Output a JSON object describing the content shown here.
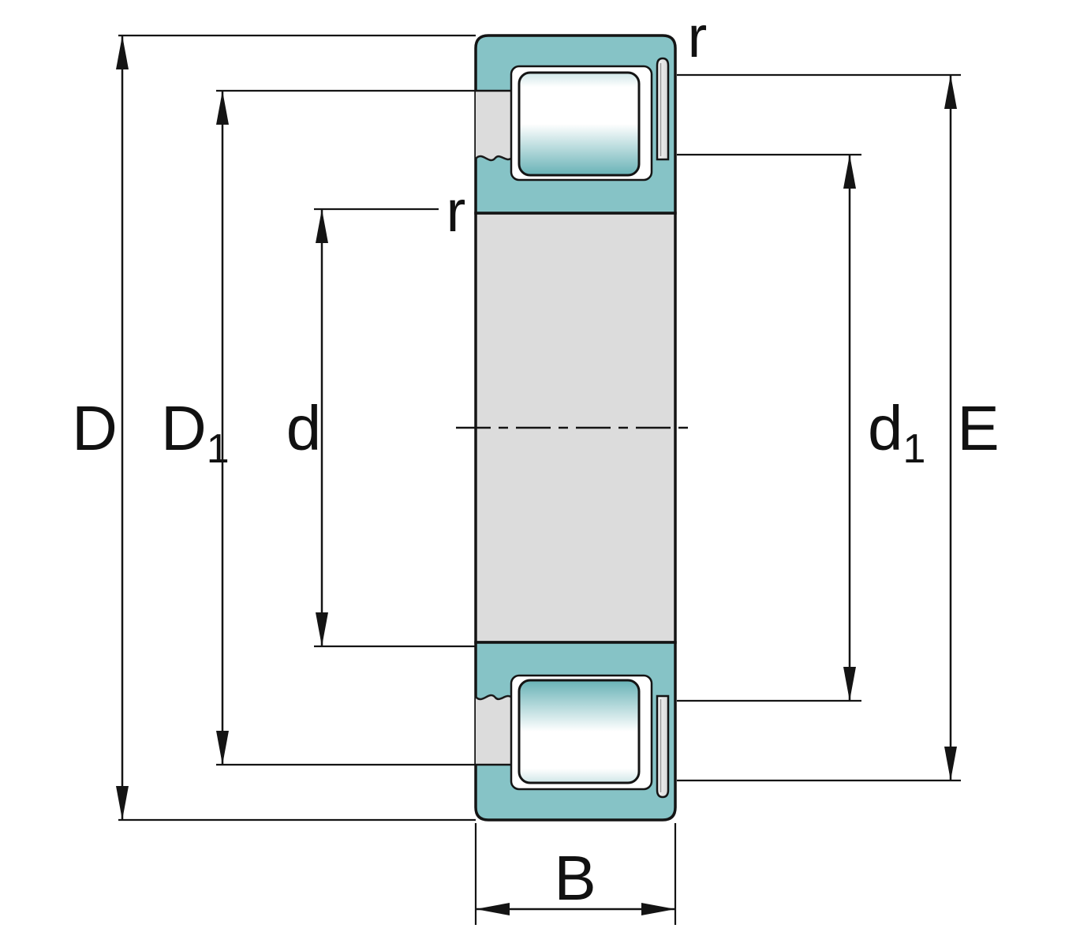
{
  "diagram": {
    "kind": "cylindrical-roller-bearing-cross-section",
    "labels": {
      "outer_diameter": "D",
      "shoulder_diameter_outer": {
        "base": "D",
        "sub": "1"
      },
      "bore_diameter": "d",
      "shoulder_diameter_inner": {
        "base": "d",
        "sub": "1"
      },
      "raceway_diameter": "E",
      "width": "B",
      "radius_outer": "r",
      "radius_bore": "r"
    },
    "colors": {
      "ring_section": "#86c3c6",
      "steel_surface": "#dcdcdc",
      "roller_teal": "#68b2b6",
      "outline": "#141414",
      "background": "#ffffff"
    }
  }
}
